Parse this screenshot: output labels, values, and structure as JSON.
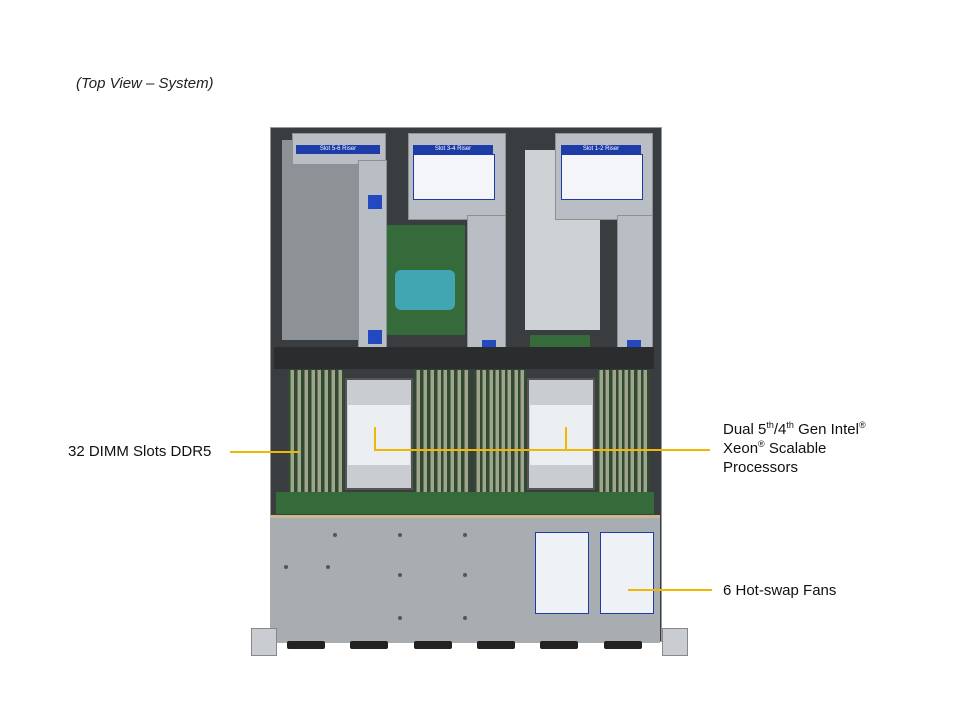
{
  "caption": "(Top View – System)",
  "callouts": {
    "dimm": "32 DIMM Slots DDR5",
    "cpu": {
      "line1_a": "Dual 5",
      "line1_sup1": "th",
      "line1_b": "/4",
      "line1_sup2": "th",
      "line1_c": " Gen Intel",
      "reg": "®",
      "line2_a": "Xeon",
      "line2_b": " Scalable",
      "line3": "Processors"
    },
    "fans": "6 Hot-swap Fans"
  },
  "risers": [
    {
      "label": "Slot 5-6 Riser"
    },
    {
      "label": "Slot 3-4 Riser"
    },
    {
      "label": "Slot 1-2 Riser"
    }
  ],
  "colors": {
    "callout_line": "#f2b705",
    "riser_tag": "#1e3ca8"
  }
}
